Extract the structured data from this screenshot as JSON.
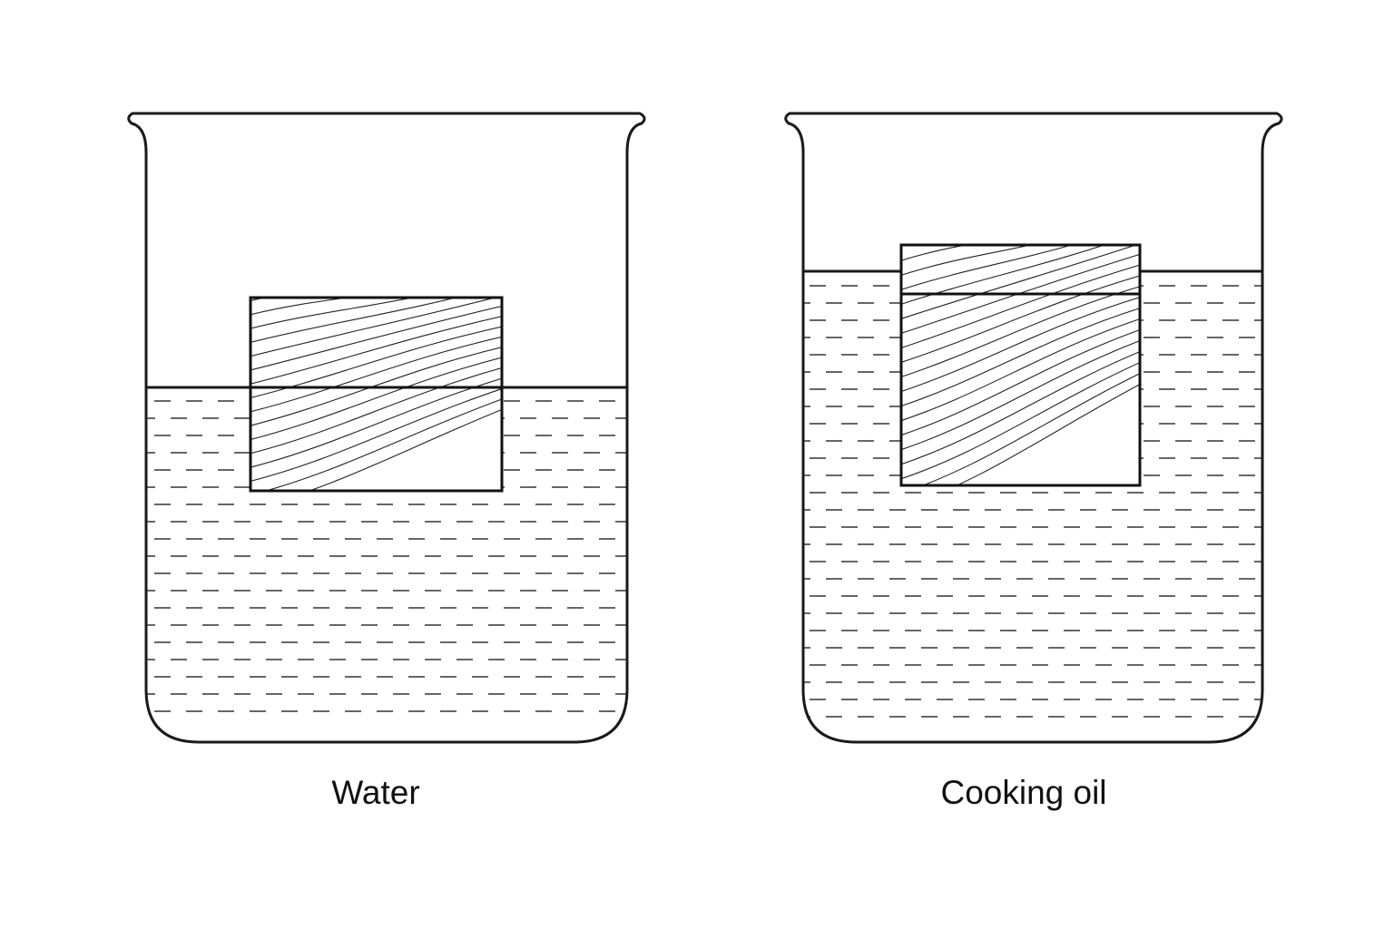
{
  "beakers": [
    {
      "id": "water",
      "label": "Water",
      "liquid": "water",
      "block_submerged_fraction": 0.54
    },
    {
      "id": "oil",
      "label": "Cooking oil",
      "liquid": "cooking oil",
      "block_submerged_fraction": 0.79
    }
  ]
}
